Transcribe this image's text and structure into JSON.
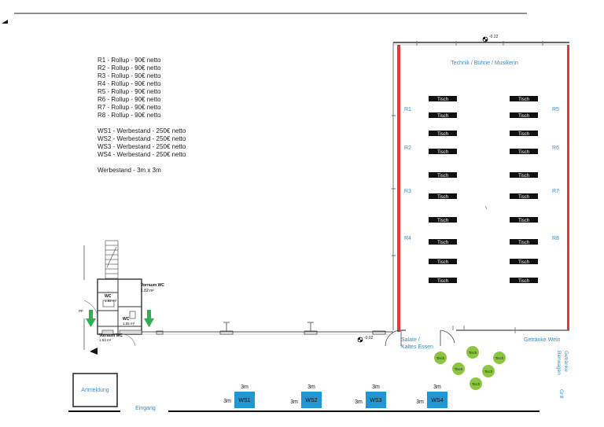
{
  "legend": {
    "rollups": [
      "R1 - Rollup - 90€ netto",
      "R2 - Rollup - 90€ netto",
      "R3 - Rollup - 90€ netto",
      "R4 - Rollup - 90€ netto",
      "R5 - Rollup - 90€ netto",
      "R6 - Rollup - 90€ netto",
      "R7 - Rollup - 90€ netto",
      "R8 - Rollup - 90€ netto"
    ],
    "werbestaende": [
      "WS1 - Werbestand - 250€ netto",
      "WS2 - Werbestand - 250€ netto",
      "WS3 - Werbestand - 250€ netto",
      "WS4 - Werbestand - 250€ netto"
    ],
    "size_note": "Werbestand - 3m x 3m"
  },
  "hall": {
    "stage_label": "Technik / Bühne / Musikerin",
    "rollups_left": [
      "R1",
      "R2",
      "R3",
      "R4"
    ],
    "rollups_right": [
      "R5",
      "R6",
      "R7",
      "R8"
    ],
    "table_label": "Tisch",
    "level_top": "-0.22",
    "level_bottom": "-0.02",
    "salad_label_1": "Salate /",
    "salad_label_2": "Kaltes Essen",
    "drinks_label": "Getränke Wein"
  },
  "outdoor": {
    "tables": [
      "Tisch",
      "Tisch",
      "Tisch",
      "Tisch",
      "Tisch",
      "Tisch"
    ],
    "labels": [
      "Getränke",
      "Bierwagen",
      "Grill"
    ]
  },
  "wc": {
    "vorraum_wc_1": "Vorraum WC",
    "vorraum_wc_1_area": "1.82 m²",
    "wc_1": "WC",
    "wc_1_area": "1.82 m²",
    "wc_2": "WC",
    "wc_2_area": "1.55 m²",
    "vorraum_wc_2": "Vorraum WC",
    "vorraum_wc_2_area": "1.53 m²",
    "misc": "m²"
  },
  "entrance": {
    "anmeldung": "Anmeldung",
    "eingang": "Eingang"
  },
  "stands": [
    {
      "id": "WS1",
      "size": "3m"
    },
    {
      "id": "WS2",
      "size": "3m"
    },
    {
      "id": "WS3",
      "size": "3m"
    },
    {
      "id": "WS4",
      "size": "3m"
    }
  ],
  "colors": {
    "rollup_wall": "#e53935",
    "label_blue": "#3a8fc7",
    "stand_fill": "#2196d3",
    "outdoor_table": "#8cc63f",
    "arrow_green": "#2bb24c",
    "table_fill": "#111111"
  }
}
